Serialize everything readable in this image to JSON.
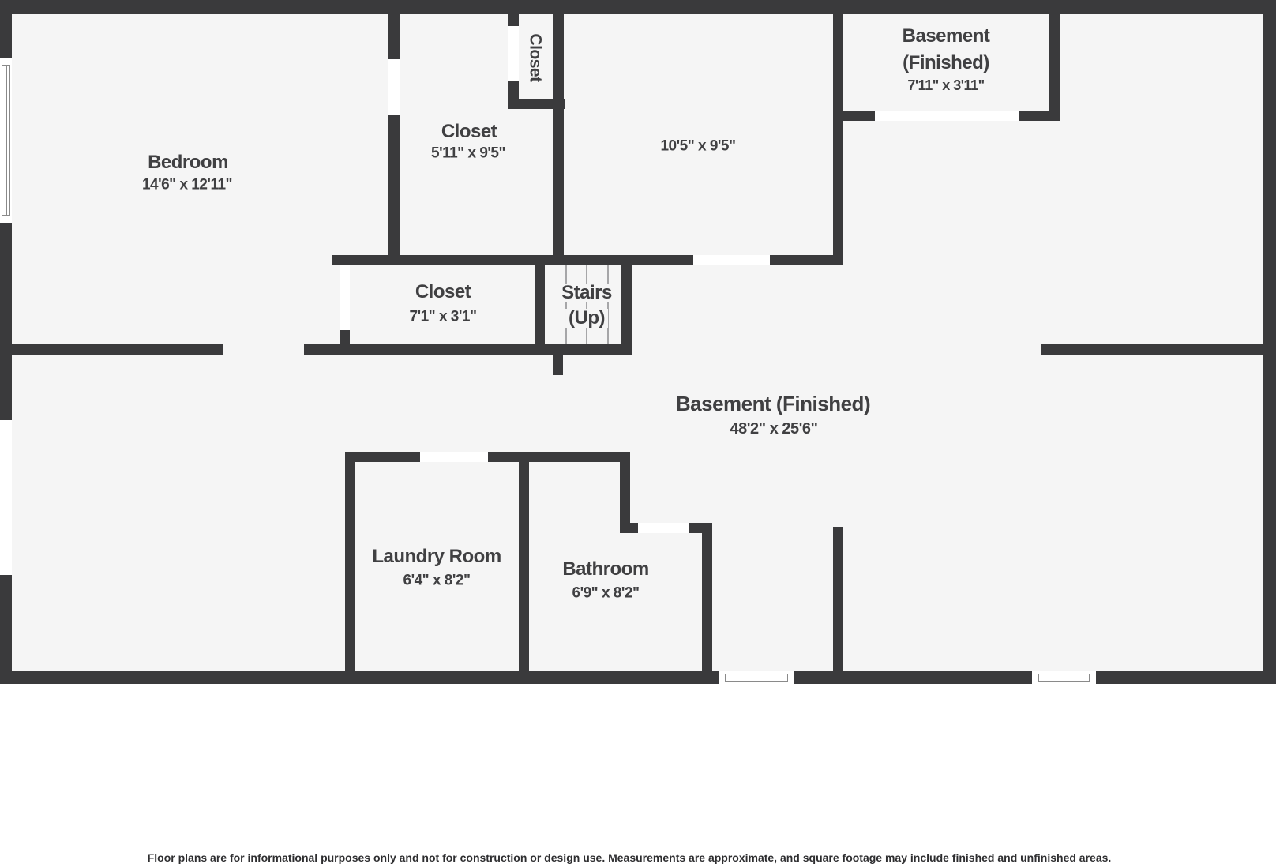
{
  "colors": {
    "wall": "#3a3a3c",
    "floor": "#f5f5f5",
    "text": "#404042",
    "background": "#ffffff"
  },
  "rooms": {
    "bedroom": {
      "name": "Bedroom",
      "dims": "14'6\" x 12'11\""
    },
    "closet_upper": {
      "name": "Closet",
      "dims": "5'11\" x 9'5\""
    },
    "closet_small": {
      "name": "Closet"
    },
    "open_area": {
      "dims": "10'5\" x 9'5\""
    },
    "basement_small": {
      "name_line1": "Basement",
      "name_line2": "(Finished)",
      "dims": "7'11\" x 3'11\""
    },
    "closet_mid": {
      "name": "Closet",
      "dims": "7'1\" x 3'1\""
    },
    "stairs": {
      "name_line1": "Stairs",
      "name_line2": "(Up)"
    },
    "basement_main": {
      "name": "Basement (Finished)",
      "dims": "48'2\" x 25'6\""
    },
    "laundry": {
      "name": "Laundry Room",
      "dims": "6'4\" x 8'2\""
    },
    "bathroom": {
      "name": "Bathroom",
      "dims": "6'9\" x 8'2\""
    }
  },
  "footer": {
    "disclaimer": "Floor plans are for informational purposes only and not for construction or design use. Measurements are approximate, and square footage may include finished and unfinished areas."
  }
}
